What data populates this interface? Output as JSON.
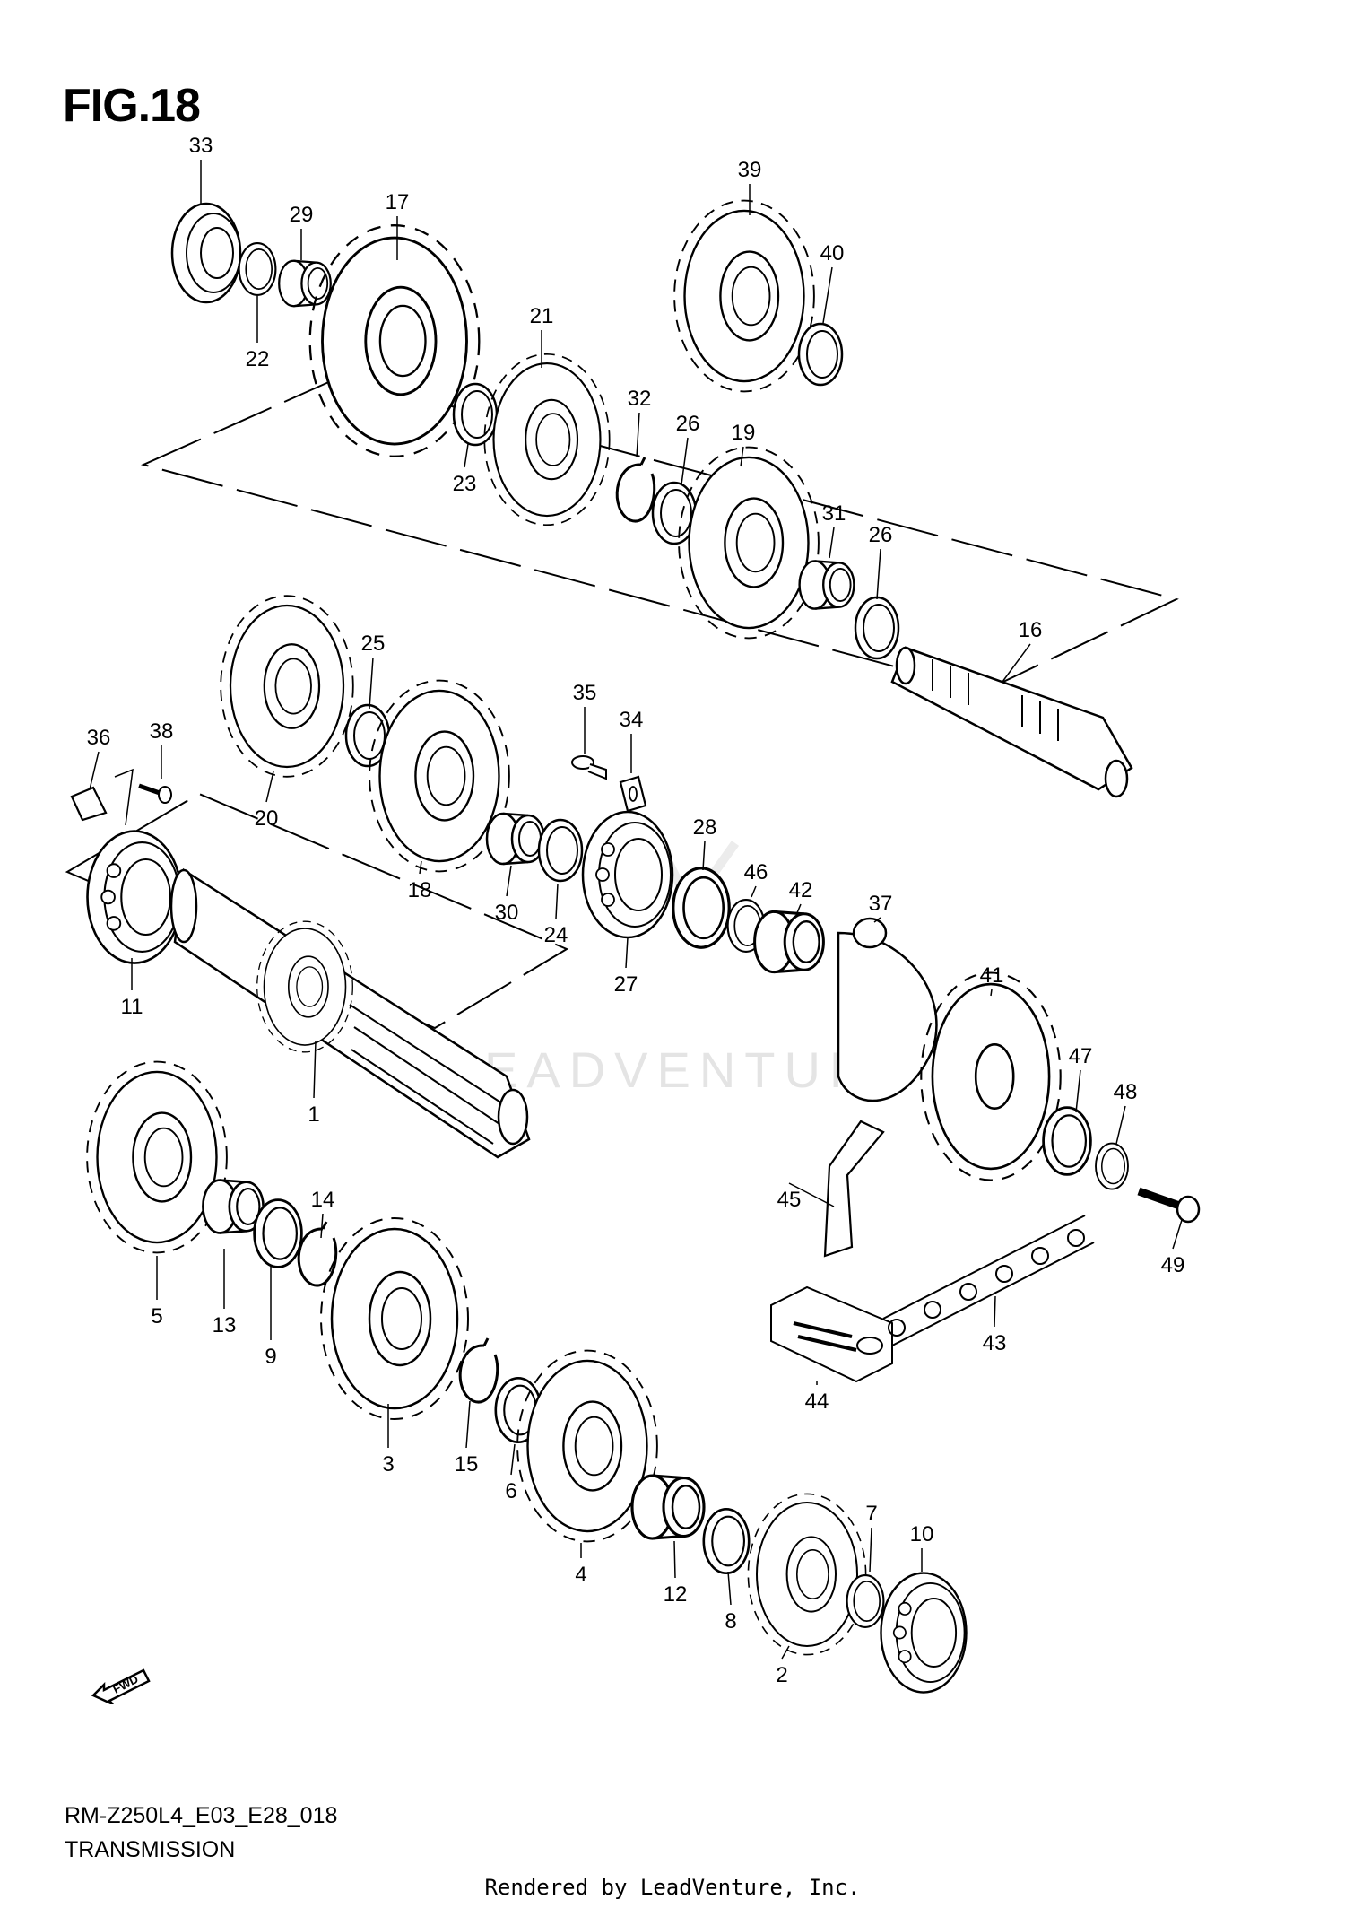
{
  "figure": {
    "title": "FIG.18",
    "code": "RM-Z250L4_E03_E28_018",
    "section": "TRANSMISSION",
    "footer": "Rendered by LeadVenture, Inc.",
    "watermark": "EADVENTURE",
    "fwd_label": "FWD"
  },
  "callouts": [
    "33",
    "29",
    "22",
    "17",
    "39",
    "40",
    "21",
    "23",
    "32",
    "26",
    "19",
    "31",
    "26",
    "16",
    "25",
    "20",
    "35",
    "34",
    "36",
    "38",
    "18",
    "30",
    "24",
    "28",
    "46",
    "42",
    "27",
    "11",
    "37",
    "41",
    "47",
    "48",
    "1",
    "14",
    "45",
    "49",
    "43",
    "5",
    "13",
    "9",
    "3",
    "15",
    "6",
    "44",
    "4",
    "12",
    "8",
    "7",
    "10",
    "2"
  ],
  "colors": {
    "line": "#000000",
    "watermark": "#e4e4e4",
    "background": "#ffffff"
  }
}
